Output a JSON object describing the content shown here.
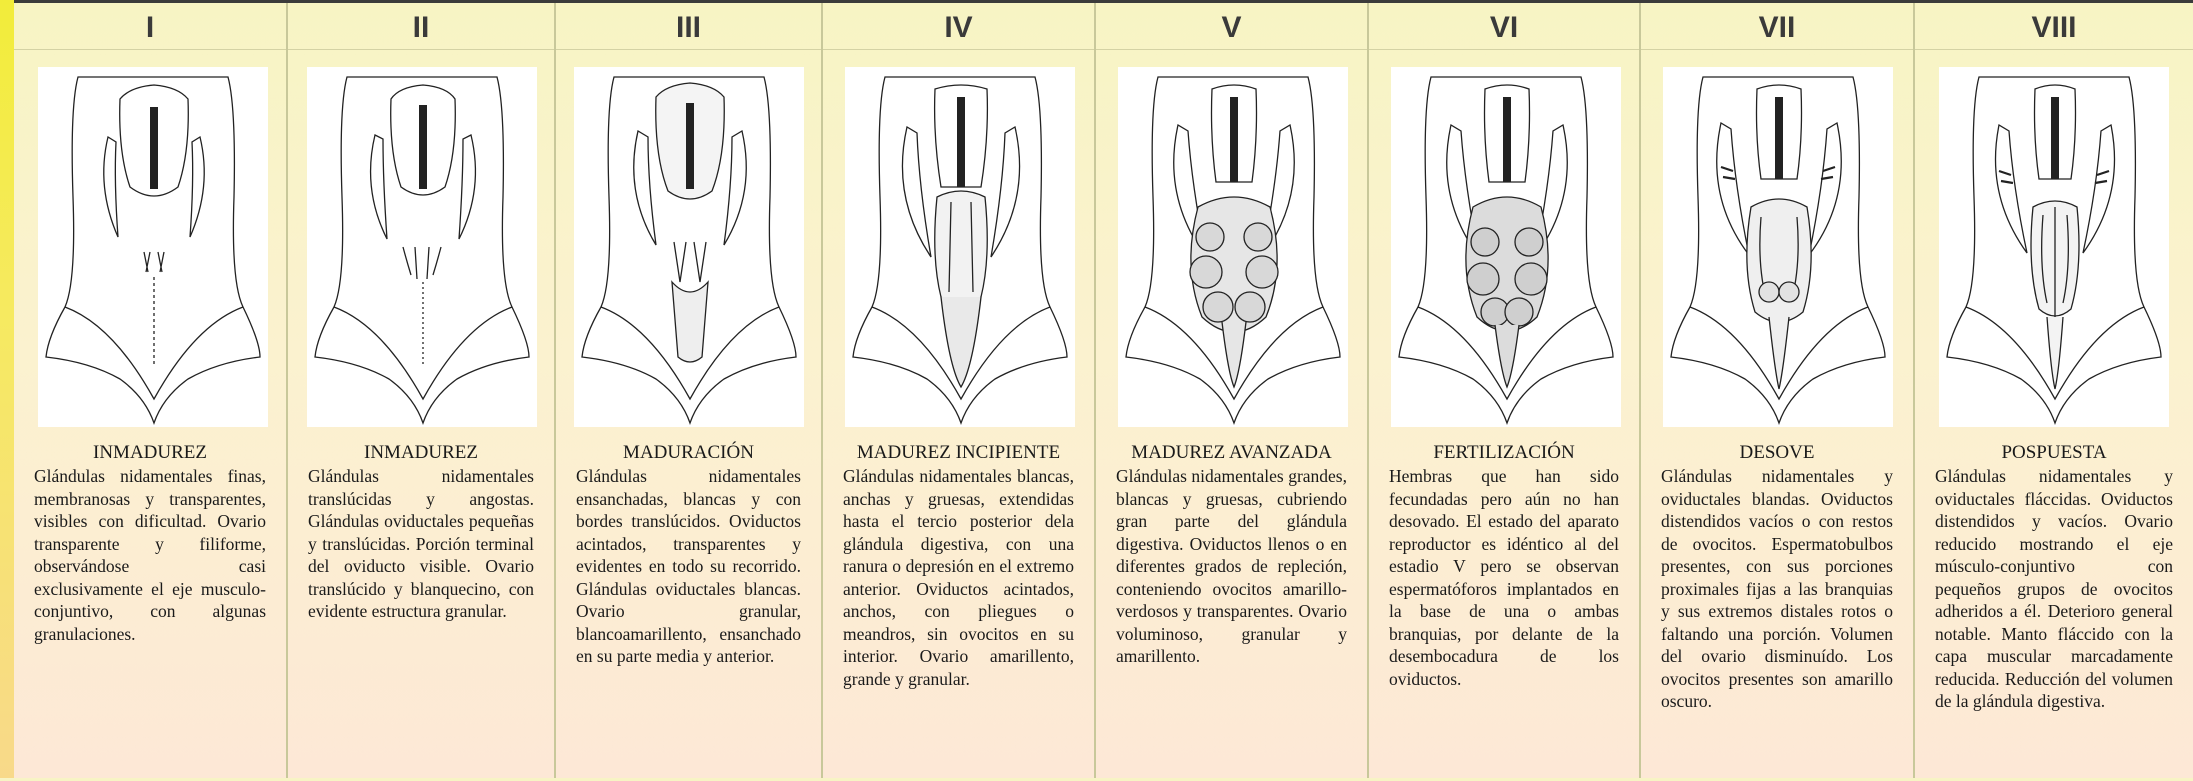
{
  "stages": [
    {
      "numeral": "I",
      "title": "INMADUREZ",
      "text": "Glándulas nidamentales finas, membranosas y transparentes, visibles con dificultad. Ovario transparente y filiforme, observándose casi exclusivamente el eje musculo-conjuntivo, con algunas granulaciones."
    },
    {
      "numeral": "II",
      "title": "INMADUREZ",
      "text": "Glándulas nidamentales translúcidas y angostas. Glándulas oviductales pequeñas y translúcidas. Porción terminal del oviducto visible. Ovario translúcido y blanquecino, con evidente estructura granular."
    },
    {
      "numeral": "III",
      "title": "MADURACIÓN",
      "text": "Glándulas nidamentales ensanchadas, blancas y con bordes translúcidos. Oviductos acintados, transparentes y evidentes en todo su recorrido. Glándulas oviductales blancas. Ovario granular, blancoamarillento, ensanchado en su parte media y anterior."
    },
    {
      "numeral": "IV",
      "title": "MADUREZ INCIPIENTE",
      "text": "Glándulas nidamentales blancas, anchas y gruesas, extendidas hasta el tercio posterior dela glándula digestiva, con una ranura o depresión en el extremo anterior. Oviductos acintados, anchos, con pliegues o meandros, sin ovocitos en su interior. Ovario amarillento, grande y granular."
    },
    {
      "numeral": "V",
      "title": "MADUREZ AVANZADA",
      "text": "Glándulas nidamentales grandes, blancas y gruesas, cubriendo gran parte del glándula digestiva. Oviductos llenos o en diferentes grados de repleción, conteniendo ovocitos amarillo­verdosos y transparentes. Ovario voluminoso, granular y amarillento."
    },
    {
      "numeral": "VI",
      "title": "FERTILIZACIÓN",
      "text": "Hembras que han sido fecundadas pero aún no han desovado. El estado del aparato reproductor es idéntico al del estadio V pero se observan espermatóforos implantados en la base de una o ambas branquias, por delante de la desembocadura de los oviductos."
    },
    {
      "numeral": "VII",
      "title": "DESOVE",
      "text": "Glándulas nidamentales y oviductales blandas. Oviductos distendidos vacíos o con restos de ovocitos. Espermatobulbos presentes, con sus porciones proximales fijas a las branquias y sus extremos distales rotos o faltando una porción. Volumen del ovario disminuído. Los ovocitos presentes son amarillo oscuro."
    },
    {
      "numeral": "VIII",
      "title": "POSPUESTA",
      "text": "Glándulas nidamentales y oviductales fláccidas. Oviductos distendidos y vacíos. Ovario reducido mostrando el eje músculo-conjuntivo con pequeños grupos de ovocitos adheridos a él. Deterioro general notable. Manto fláccido con la capa muscular marcadamente reducida. Reducción del volumen de la glándula digestiva."
    }
  ]
}
